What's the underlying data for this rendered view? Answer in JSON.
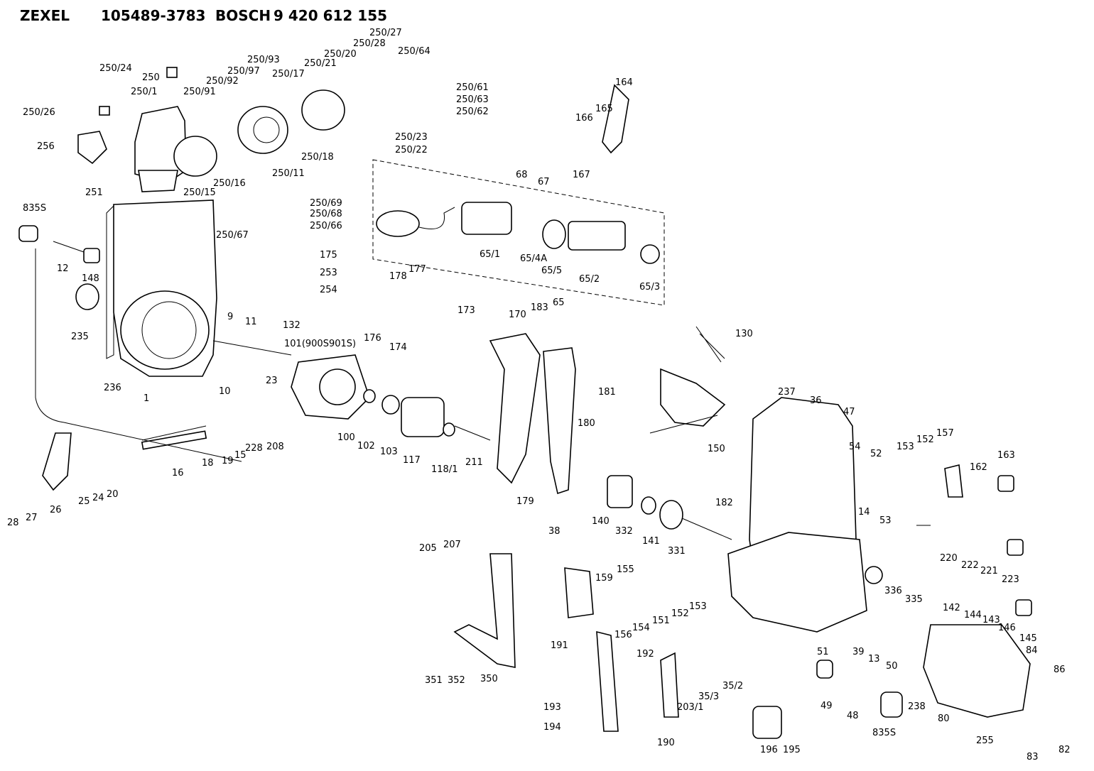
{
  "header": {
    "brand1": "ZEXEL",
    "part_number": "105489-3783",
    "brand2": "BOSCH",
    "bosch_number": "9 420 612 155"
  },
  "labels": [
    "250/24",
    "250",
    "250/1",
    "250/26",
    "256",
    "250/91",
    "250/92",
    "250/97",
    "250/93",
    "250/17",
    "250/21",
    "250/20",
    "250/28",
    "250/27",
    "250/64",
    "250/61",
    "250/63",
    "250/62",
    "250/18",
    "250/23",
    "250/22",
    "250/11",
    "250/15",
    "250/16",
    "251",
    "250/69",
    "250/68",
    "250/66",
    "250/67",
    "835S",
    "12",
    "148",
    "235",
    "236",
    "1",
    "9",
    "11",
    "132",
    "10",
    "101(900S901S)",
    "23",
    "16",
    "18",
    "19",
    "15",
    "228",
    "208",
    "25",
    "24",
    "20",
    "28",
    "27",
    "26",
    "100",
    "102",
    "103",
    "117",
    "118/1",
    "164",
    "165",
    "166",
    "167",
    "68",
    "67",
    "65/1",
    "65/4A",
    "65/5",
    "65/2",
    "65/3",
    "65",
    "175",
    "253",
    "254",
    "178",
    "177",
    "173",
    "176",
    "174",
    "170",
    "183",
    "181",
    "180",
    "179",
    "38",
    "140",
    "332",
    "141",
    "331",
    "211",
    "205",
    "207",
    "130",
    "150",
    "237",
    "36",
    "47",
    "54",
    "52",
    "153",
    "152",
    "157",
    "162",
    "163",
    "182",
    "14",
    "53",
    "220",
    "222",
    "221",
    "223",
    "336",
    "335",
    "142",
    "144",
    "143",
    "146",
    "145",
    "84",
    "86",
    "80",
    "255",
    "82",
    "83",
    "238",
    "835S",
    "48",
    "49",
    "51",
    "39",
    "13",
    "50",
    "159",
    "155",
    "191",
    "156",
    "154",
    "151",
    "152",
    "153",
    "350",
    "351",
    "352",
    "192",
    "193",
    "194",
    "190",
    "203/1",
    "35/3",
    "35/2",
    "196",
    "195"
  ]
}
